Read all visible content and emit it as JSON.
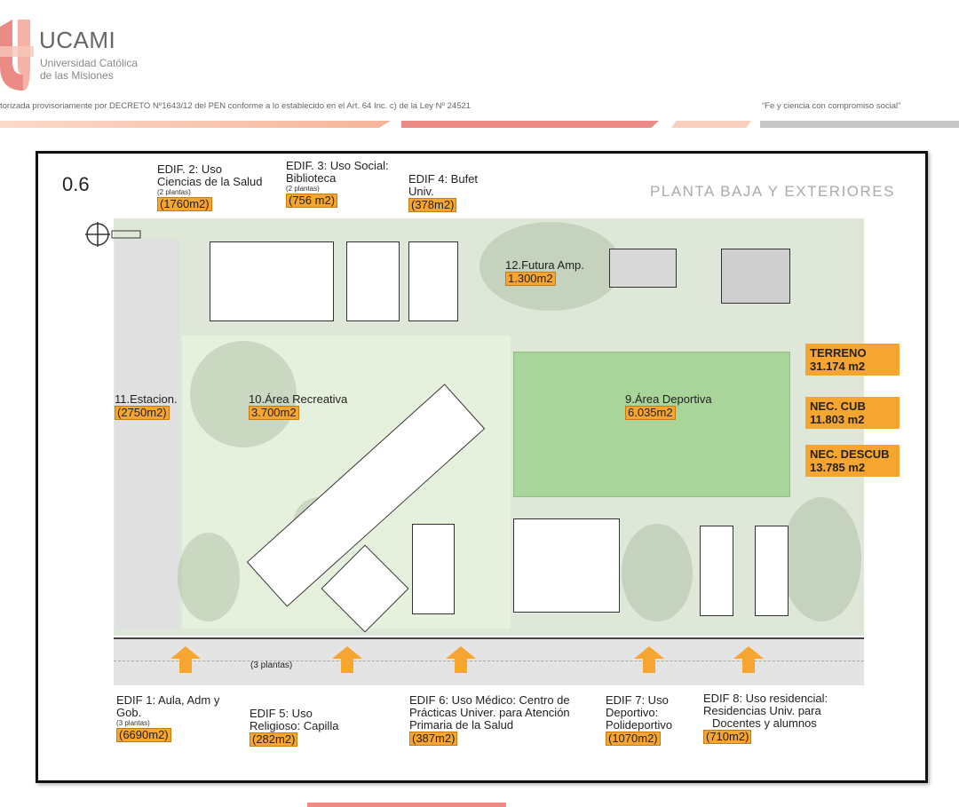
{
  "header": {
    "brand_name": "UCAMI",
    "brand_sub_line1": "Universidad Católica",
    "brand_sub_line2": "de las Misiones",
    "decree": "torizada provisoriamente por DECRETO Nº1643/12 del PEN conforme a lo establecido en el Art. 64 Inc. c) de la Ley Nº 24521",
    "motto": "“Fe y ciencia con compromiso social”",
    "colors": {
      "logo": "#ec8a86",
      "band_light": "#f6b59a",
      "band_pink": "#ec8a86",
      "band_gray": "#c8c8c8"
    }
  },
  "plan": {
    "sheet_number": "0.6",
    "sheet_title": "PLANTA BAJA  Y EXTERIORES",
    "road_floors": "(3 plantas)",
    "accent": "#f7a531",
    "buildings_top": [
      {
        "line1": "EDIF. 2: Uso",
        "line2": "Ciencias de la Salud",
        "floors": "(2 plantas)",
        "area": "(1760m2)"
      },
      {
        "line1": "EDIF. 3: Uso Social:",
        "line2": "Biblioteca",
        "floors": "(2 plantas)",
        "area": "(756 m2)"
      },
      {
        "line1": "EDIF 4: Bufet",
        "line2": "Univ.",
        "area": "(378m2)"
      }
    ],
    "areas": [
      {
        "name": "12.Futura Amp.",
        "area": "1.300m2"
      },
      {
        "name": "11.Estacion.",
        "area": "(2750m2)"
      },
      {
        "name": "10.Área Recreativa",
        "area": "3.700m2"
      },
      {
        "name": "9.Área Deportiva",
        "area": "6.035m2"
      }
    ],
    "stats": [
      {
        "label": "TERRENO",
        "value": "31.174 m2"
      },
      {
        "label": "NEC. CUB",
        "value": "11.803 m2"
      },
      {
        "label": "NEC. DESCUB",
        "value": "13.785 m2"
      }
    ],
    "buildings_bottom": [
      {
        "line1": "EDIF 1: Aula, Adm y",
        "line2": "Gob.",
        "floors": "(3 plantas)",
        "area": "(6690m2)"
      },
      {
        "line1": "EDIF 5: Uso",
        "line2": "Religioso: Capilla",
        "area": "(282m2)"
      },
      {
        "line1": "EDIF 6: Uso Médico: Centro de",
        "line2": "Prácticas Univer. para Atención",
        "line3": "Primaria de la Salud",
        "area": "(387m2)"
      },
      {
        "line1": "EDIF 7: Uso",
        "line2": "Deportivo:",
        "line3": "Polideportivo",
        "area": "(1070m2)"
      },
      {
        "line1": "EDIF 8: Uso residencial:",
        "line2": "Residencias Univ. para",
        "line3": "Docentes y alumnos",
        "area": "(710m2)"
      }
    ]
  }
}
